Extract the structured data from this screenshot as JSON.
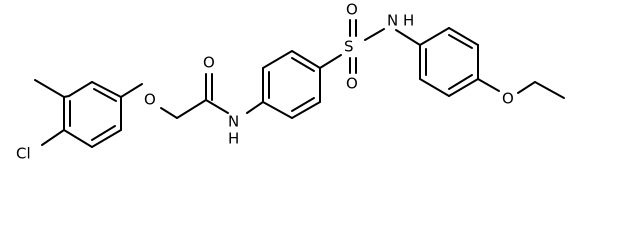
{
  "molecule": {
    "atoms": {
      "cl": "Cl",
      "o_ether1": "O",
      "o_carbonyl": "O",
      "nh_amide": "N",
      "h_amide": "H",
      "s": "S",
      "o_sulf1": "O",
      "o_sulf2": "O",
      "nh_sulf": "N",
      "h_sulf": "H",
      "o_ethoxy": "O"
    },
    "colors": {
      "ink": "#000000",
      "background": "#ffffff"
    }
  }
}
